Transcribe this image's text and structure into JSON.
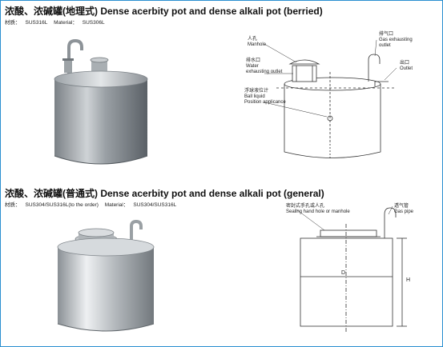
{
  "section_berried": {
    "title": "浓酸、浓碱罐(地理式) Dense acerbity pot and dense alkali pot (berried)",
    "material_label": "材质：",
    "material_value": "SUS316L",
    "material_en_label": "Material：",
    "material_en_value": "SUS306L",
    "callouts": {
      "manhole_cn": "人孔",
      "manhole_en": "Manhole",
      "gas_cn": "排气口",
      "gas_en_1": "Gas exhausting",
      "gas_en_2": "outlet",
      "water_cn": "排水口",
      "water_en_1": "Water",
      "water_en_2": "exhausting outlet",
      "outlet_cn": "出口",
      "outlet_en": "Outlet",
      "ball_cn": "浮球液位计",
      "ball_en_1": "Ball liquid",
      "ball_en_2": "Position applicance"
    }
  },
  "section_general": {
    "title": "浓酸、浓碱罐(普通式) Dense acerbity pot and dense alkali pot (general)",
    "material_label": "材质：",
    "material_value": "SUS304/SUS316L(to the order)",
    "material_en_label": "Material：",
    "material_en_value": "SUS304/SUS316L",
    "callouts": {
      "manhole_cn": "密封式手孔或人孔",
      "manhole_en": "Sealing hand hole or manhole",
      "gas_cn": "透气管",
      "gas_en": "Gas pipe",
      "dim_d": "D",
      "dim_h": "H"
    }
  },
  "colors": {
    "frame": "#2a8fd0",
    "steel_dark": "#6d7378",
    "steel_light": "#e4e7ea"
  }
}
